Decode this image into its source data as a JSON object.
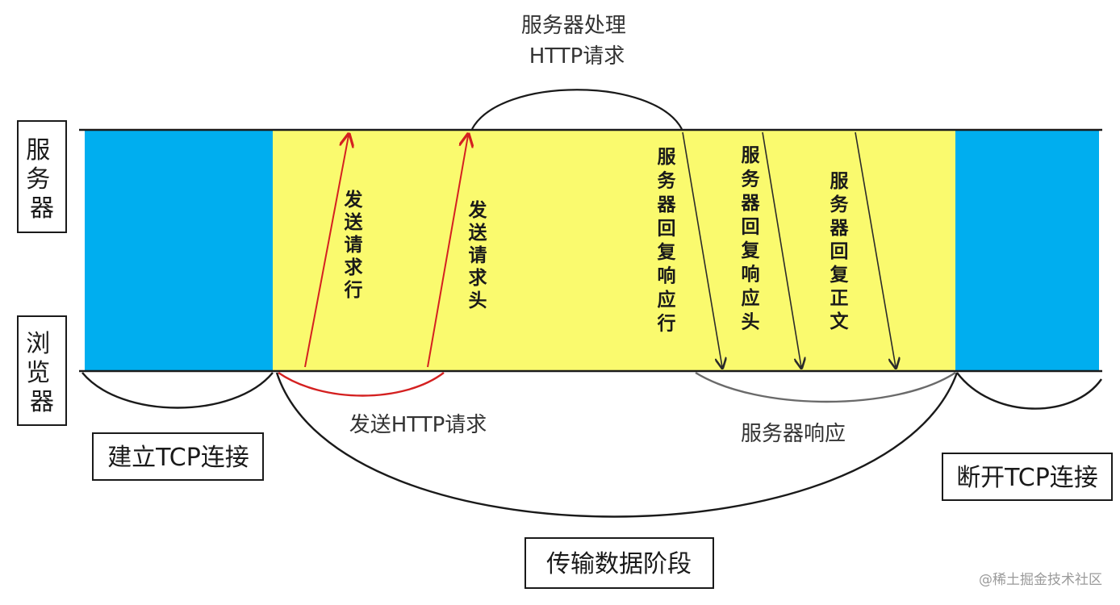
{
  "lanes": {
    "server": "服务器",
    "browser": "浏览器"
  },
  "phases": {
    "establish_tcp": "建立TCP连接",
    "data_transfer": "传输数据阶段",
    "close_tcp": "断开TCP连接"
  },
  "annotations": {
    "server_process": [
      "服务器处理",
      "HTTP请求"
    ],
    "send_http_request": "发送HTTP请求",
    "server_response": "服务器响应"
  },
  "arrows": {
    "request_line": "发送请求行",
    "request_headers": "发送请求头",
    "response_line": "服务器回复响应行",
    "response_headers": "服务器回复响应头",
    "response_body": "服务器回复正文"
  },
  "watermark": "@稀土掘金技术社区",
  "colors": {
    "tcp_phase_fill": "#00aeef",
    "transfer_phase_fill": "#fafa6e",
    "request_arrow": "#d42020",
    "response_arrow": "#2a2a2a",
    "response_brace": "#6a6a6a",
    "line": "#1a1a1a"
  }
}
